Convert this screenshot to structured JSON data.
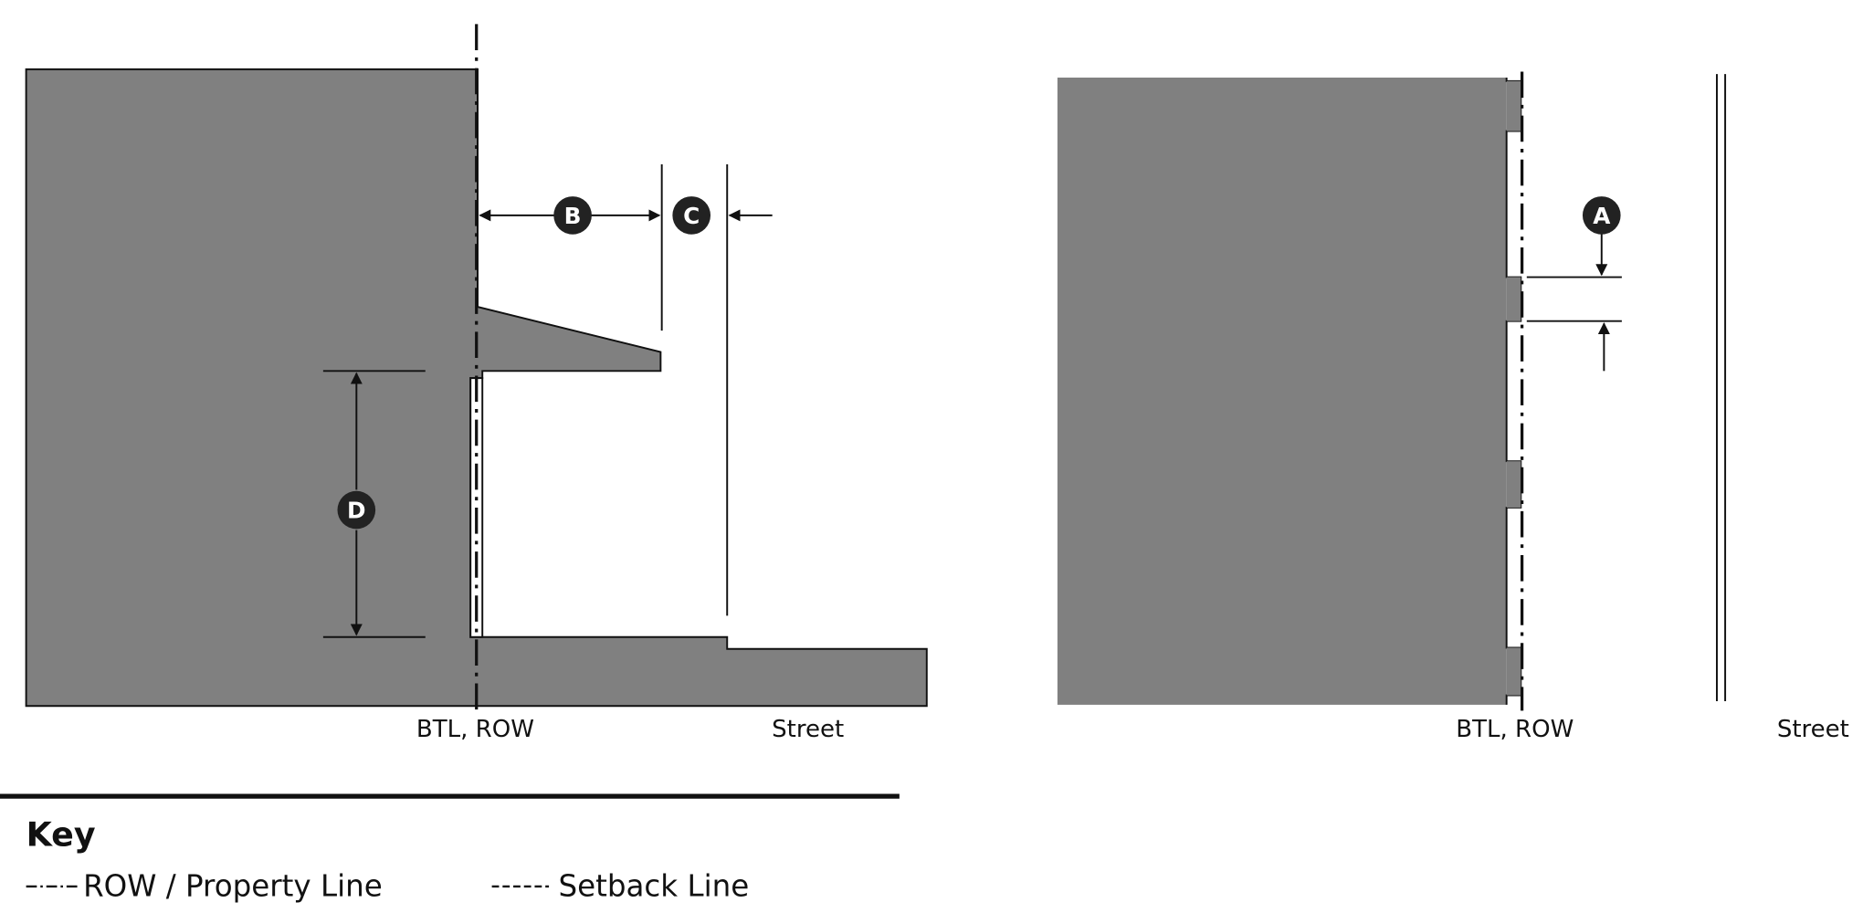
{
  "left_diagram": {
    "row_label": "BTL, ROW",
    "street_label": "Street",
    "markers": {
      "b": "B",
      "c": "C",
      "d": "D"
    }
  },
  "right_diagram": {
    "row_label": "BTL, ROW",
    "street_label": "Street",
    "markers": {
      "a": "A"
    }
  },
  "key": {
    "title": "Key",
    "items": [
      {
        "symbol": "-·-·-",
        "label": "ROW / Property Line"
      },
      {
        "symbol": "-----",
        "label": "Setback Line"
      }
    ]
  },
  "colors": {
    "building": "#808080",
    "line": "#111111"
  }
}
